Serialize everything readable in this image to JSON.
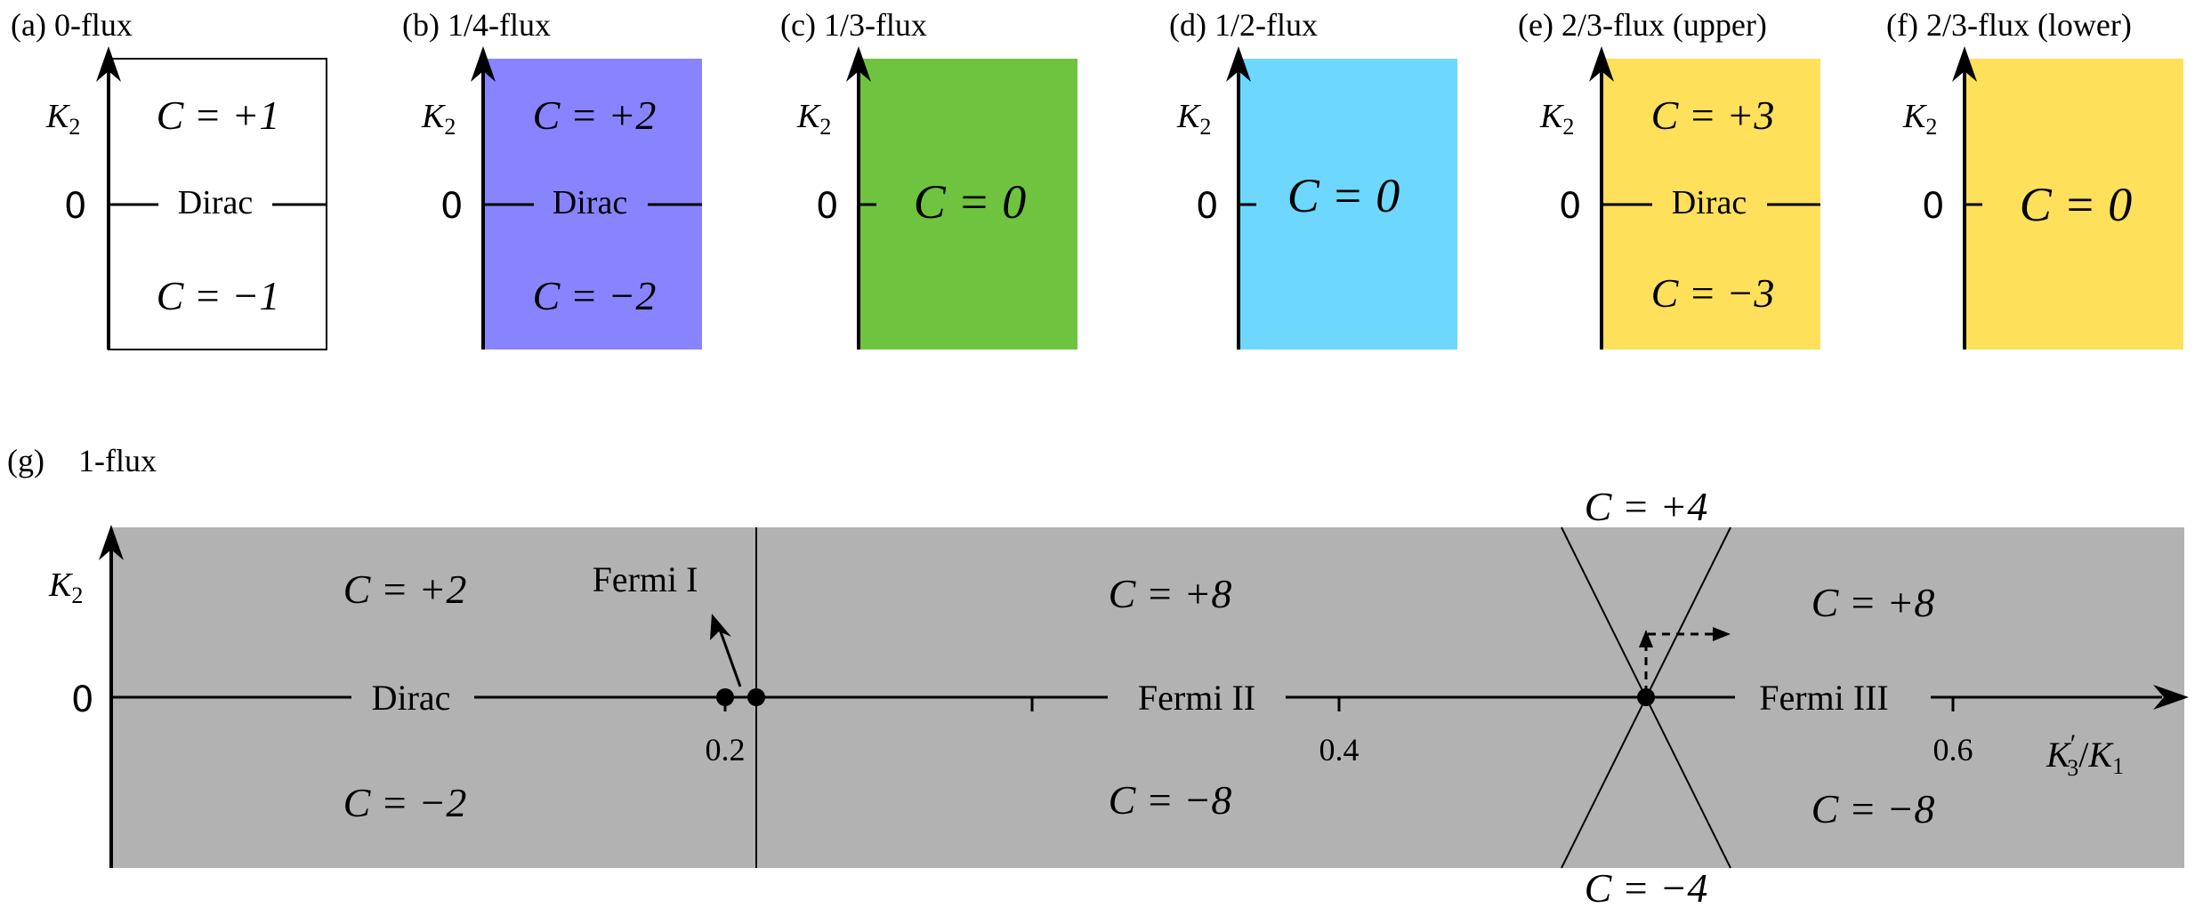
{
  "colors": {
    "black": "#000000",
    "panel_a": "#ffffff",
    "panel_b": "#8884ff",
    "panel_c": "#6fc43f",
    "panel_d": "#6dd7fd",
    "panel_e": "#ffe05a",
    "panel_f": "#ffe05a",
    "panel_g": "#b2b2b2"
  },
  "panels": [
    {
      "label": "(a) 0-flux",
      "ylabel": "K",
      "ysub": "2",
      "zero": "0",
      "top": "C = +1",
      "bottom": "C = −1",
      "line": "Dirac"
    },
    {
      "label": "(b) 1/4-flux",
      "ylabel": "K",
      "ysub": "2",
      "zero": "0",
      "top": "C = +2",
      "bottom": "C = −2",
      "line": "Dirac"
    },
    {
      "label": "(c) 1/3-flux",
      "ylabel": "K",
      "ysub": "2",
      "zero": "0",
      "center": "C = 0"
    },
    {
      "label": "(d) 1/2-flux",
      "ylabel": "K",
      "ysub": "2",
      "zero": "0",
      "center": "C = 0"
    },
    {
      "label": "(e) 2/3-flux (upper)",
      "ylabel": "K",
      "ysub": "2",
      "zero": "0",
      "top": "C = +3",
      "bottom": "C = −3",
      "line": "Dirac"
    },
    {
      "label": "(f) 2/3-flux (lower)",
      "ylabel": "K",
      "ysub": "2",
      "zero": "0",
      "center": "C = 0"
    }
  ],
  "g": {
    "label": "(g)",
    "title": "1-flux",
    "ylabel": "K",
    "ysub": "2",
    "zero": "0",
    "xlabel_main": "K",
    "xlabel_prime_sub": "3",
    "xlabel_prime": "′",
    "xlabel_div": "/",
    "xlabel_den": "K",
    "xlabel_den_sub": "1",
    "ticks": [
      "0.2",
      "0.4",
      "0.6"
    ],
    "regions": {
      "left_top": "C = +2",
      "left_bottom": "C = −2",
      "mid_top": "C = +8",
      "mid_bottom": "C = −8",
      "right_top": "C = +8",
      "right_bottom": "C = −8",
      "cross_top": "C = +4",
      "cross_bottom": "C = −4"
    },
    "line_labels": {
      "dirac": "Dirac",
      "fermi1": "Fermi I",
      "fermi2": "Fermi II",
      "fermi3": "Fermi III"
    }
  }
}
